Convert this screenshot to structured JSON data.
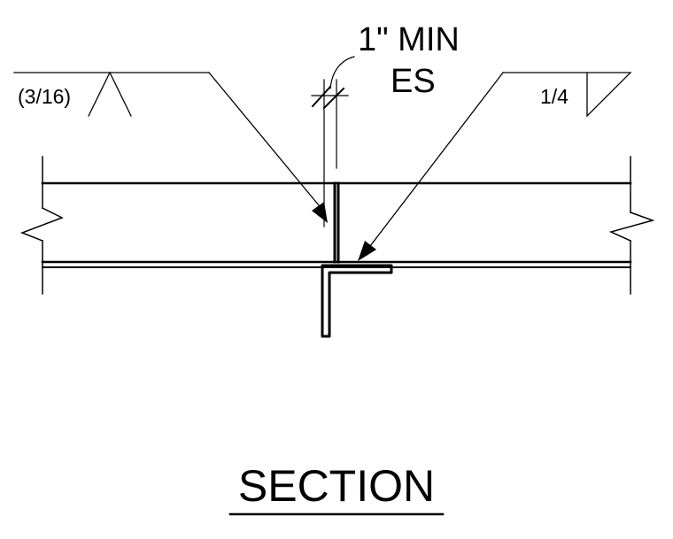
{
  "labels": {
    "weld_left": "(3/16)",
    "weld_right": "1/4",
    "dimension_line1": "1\" MIN",
    "dimension_line2": "ES",
    "section_title": "SECTION"
  }
}
